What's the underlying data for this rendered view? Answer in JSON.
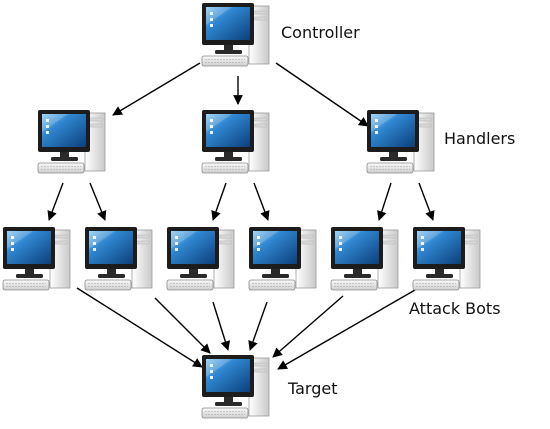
{
  "labels": {
    "controller": "Controller",
    "handlers": "Handlers",
    "attack_bots": "Attack Bots",
    "target": "Target"
  },
  "nodes": {
    "controller": {
      "icon": "computer-icon",
      "count": 1
    },
    "handlers": {
      "icon": "computer-icon",
      "count": 3
    },
    "attack_bots": {
      "icon": "computer-icon",
      "count": 6
    },
    "target": {
      "icon": "computer-icon",
      "count": 1
    }
  },
  "colors": {
    "screen": "#1f6fb5",
    "bezel": "#1c1c1c",
    "case": "#eeeeee",
    "arrow": "#000000"
  }
}
